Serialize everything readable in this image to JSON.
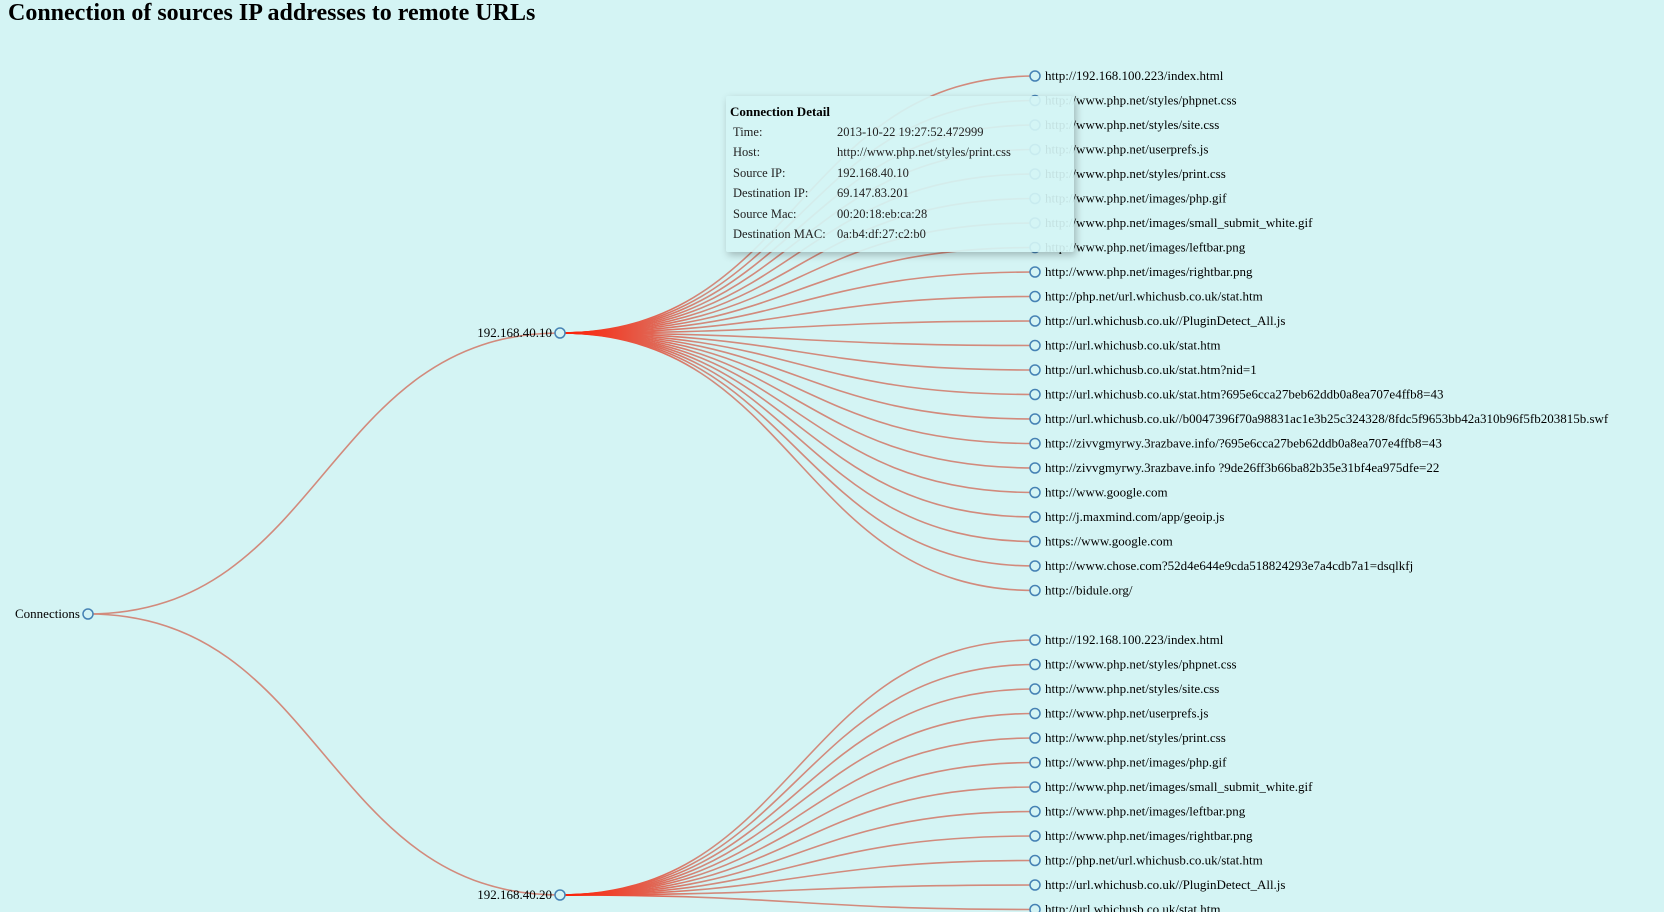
{
  "title": "Connection of sources IP addresses to remote URLs",
  "colors": {
    "background": "#d4f4f4",
    "link": "#d28a7c",
    "link_hot": "#ff1a00",
    "node_stroke": "#4682b4"
  },
  "tree": {
    "root": "Connections",
    "sources": [
      {
        "ip": "192.168.40.10",
        "urls": [
          "http://192.168.100.223/index.html",
          "http://www.php.net/styles/phpnet.css",
          "http://www.php.net/styles/site.css",
          "http://www.php.net/userprefs.js",
          "http://www.php.net/styles/print.css",
          "http://www.php.net/images/php.gif",
          "http://www.php.net/images/small_submit_white.gif",
          "http://www.php.net/images/leftbar.png",
          "http://www.php.net/images/rightbar.png",
          "http://php.net/url.whichusb.co.uk/stat.htm",
          "http://url.whichusb.co.uk//PluginDetect_All.js",
          "http://url.whichusb.co.uk/stat.htm",
          "http://url.whichusb.co.uk/stat.htm?nid=1",
          "http://url.whichusb.co.uk/stat.htm?695e6cca27beb62ddb0a8ea707e4ffb8=43",
          "http://url.whichusb.co.uk//b0047396f70a98831ac1e3b25c324328/8fdc5f9653bb42a310b96f5fb203815b.swf",
          "http://zivvgmyrwy.3razbave.info/?695e6cca27beb62ddb0a8ea707e4ffb8=43",
          "http://zivvgmyrwy.3razbave.info ?9de26ff3b66ba82b35e31bf4ea975dfe=22",
          "http://www.google.com",
          "http://j.maxmind.com/app/geoip.js",
          "https://www.google.com",
          "http://www.chose.com?52d4e644e9cda518824293e7a4cdb7a1=dsqlkfj",
          "http://bidule.org/"
        ]
      },
      {
        "ip": "192.168.40.20",
        "urls": [
          "http://192.168.100.223/index.html",
          "http://www.php.net/styles/phpnet.css",
          "http://www.php.net/styles/site.css",
          "http://www.php.net/userprefs.js",
          "http://www.php.net/styles/print.css",
          "http://www.php.net/images/php.gif",
          "http://www.php.net/images/small_submit_white.gif",
          "http://www.php.net/images/leftbar.png",
          "http://www.php.net/images/rightbar.png",
          "http://php.net/url.whichusb.co.uk/stat.htm",
          "http://url.whichusb.co.uk//PluginDetect_All.js",
          "http://url.whichusb.co.uk/stat.htm"
        ]
      }
    ]
  },
  "tooltip": {
    "title": "Connection Detail",
    "rows": [
      {
        "key": "Time:",
        "value": "2013-10-22 19:27:52.472999"
      },
      {
        "key": "Host:",
        "value": "http://www.php.net/styles/print.css"
      },
      {
        "key": "Source IP:",
        "value": "192.168.40.10"
      },
      {
        "key": "Destination IP:",
        "value": "69.147.83.201"
      },
      {
        "key": "Source Mac:",
        "value": "00:20:18:eb:ca:28"
      },
      {
        "key": "Destination MAC:",
        "value": "0a:b4:df:27:c2:b0"
      }
    ]
  }
}
